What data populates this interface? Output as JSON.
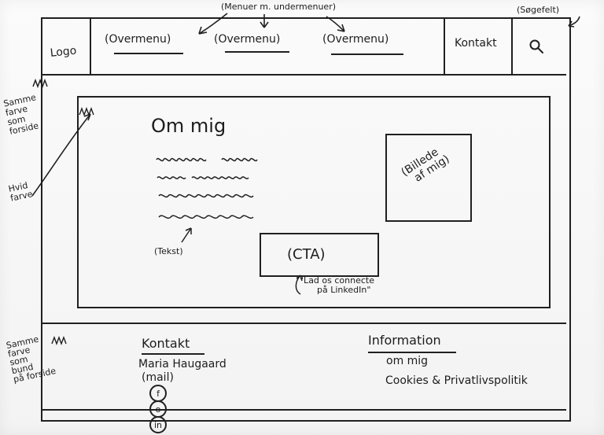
{
  "annotations": {
    "top_note": "(Menuer m. undermenuer)",
    "search_note": "(Søgefelt)",
    "hero_text_note": "(Tekst)",
    "cta_note_line1": "\"Lad os connecte",
    "cta_note_line2": "på LinkedIn\"",
    "side_note_top_1": "Samme",
    "side_note_top_2": "farve",
    "side_note_top_3": "som",
    "side_note_top_4": "forside",
    "side_note_mid_1": "Hvid",
    "side_note_mid_2": "farve",
    "side_note_bottom_1": "Samme",
    "side_note_bottom_2": "farve",
    "side_note_bottom_3": "som",
    "side_note_bottom_4": "bund",
    "side_note_bottom_5": "på forside"
  },
  "header": {
    "logo": "Logo",
    "menu_1": "(Overmenu)",
    "menu_2": "(Overmenu)",
    "menu_3": "(Overmenu)",
    "contact": "Kontakt"
  },
  "hero": {
    "title": "Om mig",
    "photo_label_1": "(Billede",
    "photo_label_2": "af mig)",
    "cta": "(CTA)"
  },
  "footer": {
    "contact_heading": "Kontakt",
    "contact_name": "Maria Haugaard",
    "contact_mail": "(mail)",
    "social_1": "f",
    "social_2": "o",
    "social_3": "in",
    "info_heading": "Information",
    "info_link_1": "om mig",
    "info_link_2": "Cookies & Privatlivspolitik"
  },
  "icons": {
    "search": "search-icon",
    "zigzag": "zigzag-icon"
  }
}
